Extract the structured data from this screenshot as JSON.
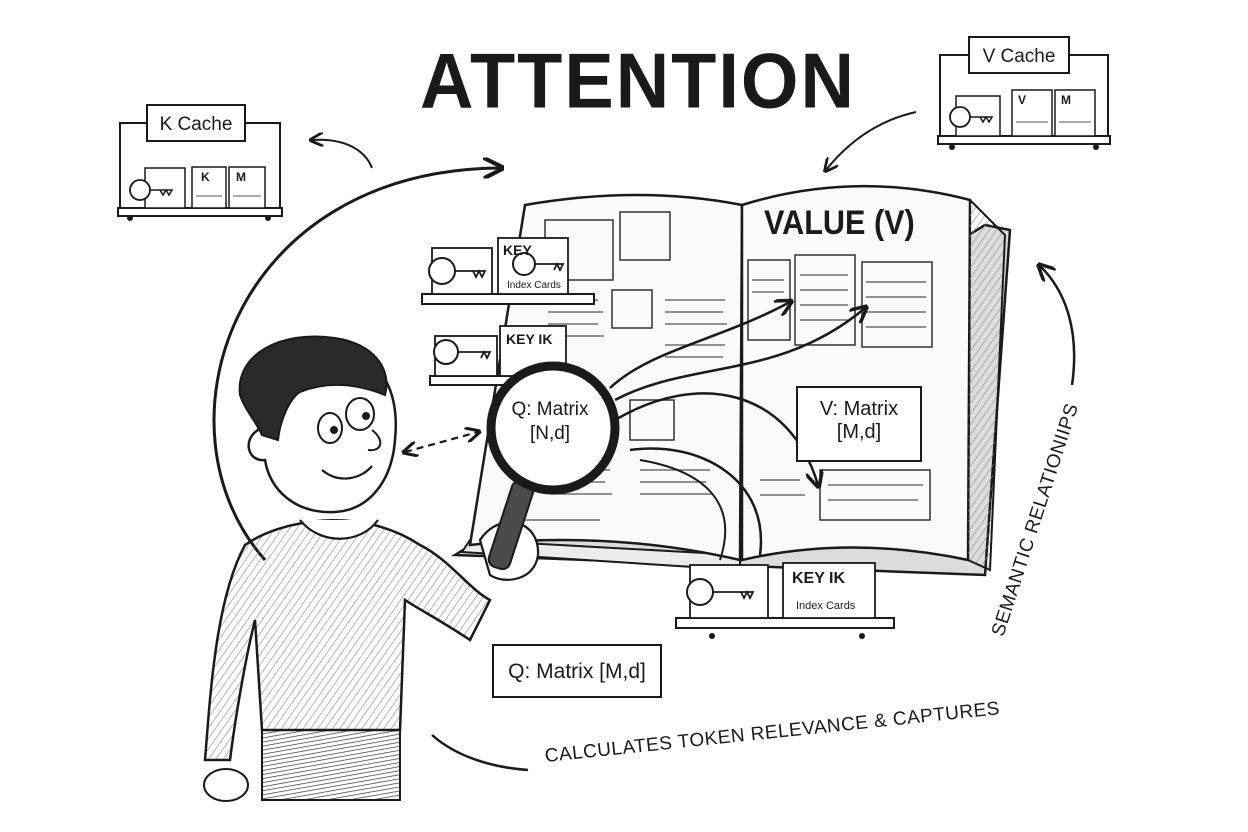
{
  "title": "ATTENTION",
  "k_cache": {
    "label": "K Cache",
    "card_k": "K",
    "card_m": "M"
  },
  "v_cache": {
    "label": "V Cache",
    "card_v": "V",
    "card_m": "M"
  },
  "book": {
    "value_heading": "VALUE (V)"
  },
  "key_cards": {
    "top_title": "KEY",
    "top_sub": "Index Cards",
    "mid_title": "KEY IK",
    "bottom_title": "KEY IK",
    "bottom_sub": "Index Cards"
  },
  "matrices": {
    "q_magnifier_line1": "Q: Matrix",
    "q_magnifier_line2": "[N,d]",
    "v_matrix_line1": "V: Matrix",
    "v_matrix_line2": "[M,d]",
    "q_matrix": "Q: Matrix [M,d]"
  },
  "captions": {
    "bottom": "CALCULATES TOKEN RELEVANCE & CAPTURES",
    "side": "SEMANTIC RELATIONIIPS"
  }
}
